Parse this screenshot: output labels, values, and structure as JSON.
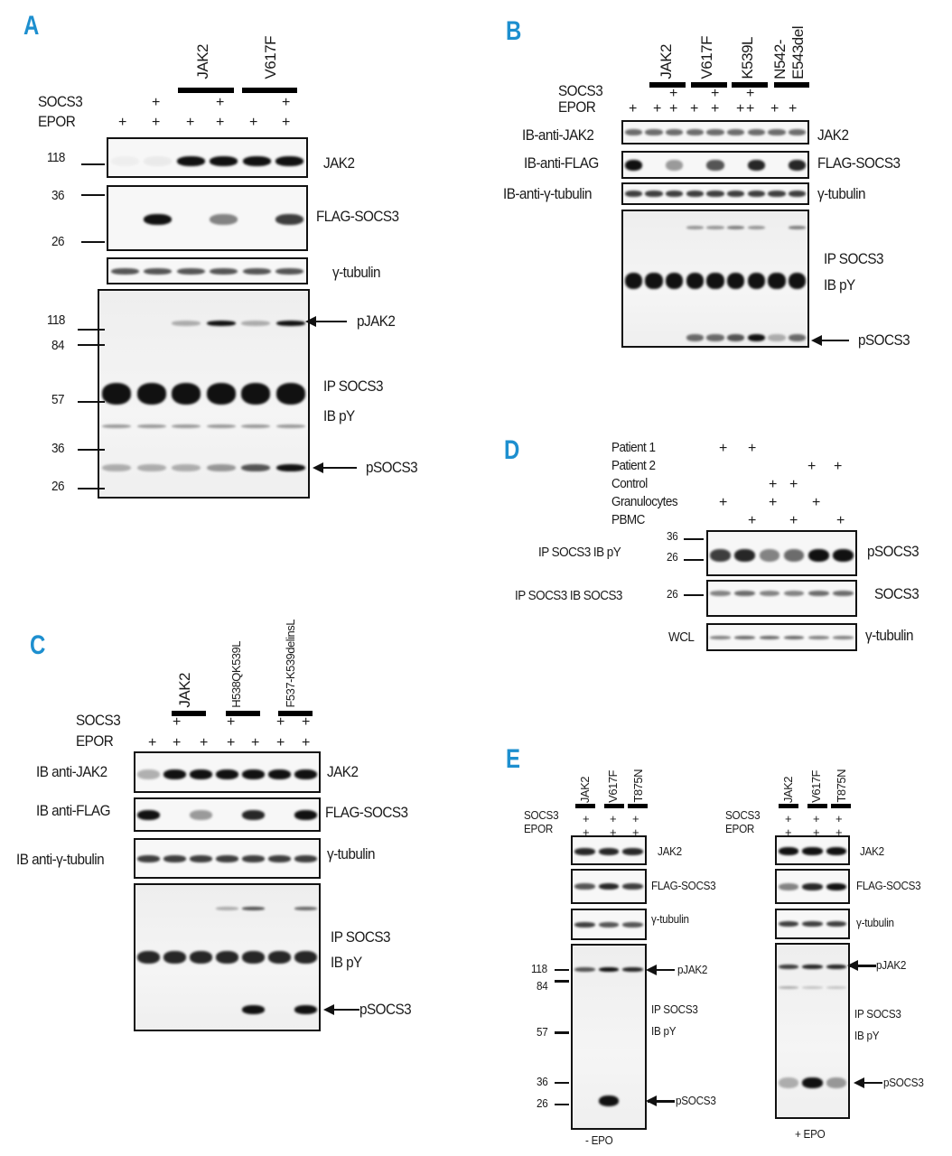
{
  "plus": "+",
  "panel_a": {
    "letter": "A",
    "groups": [
      "JAK2",
      "V617F"
    ],
    "row_labels": [
      "SOCS3",
      "EPOR"
    ],
    "markers": [
      "118",
      "36",
      "26",
      "118",
      "84",
      "57",
      "36",
      "26"
    ],
    "blot_labels": [
      "JAK2",
      "FLAG-SOCS3",
      "γ-tubulin",
      "pJAK2",
      "IP SOCS3",
      "IB pY",
      "pSOCS3"
    ]
  },
  "panel_b": {
    "letter": "B",
    "groups": [
      "JAK2",
      "V617F",
      "K539L",
      "N542-",
      "E543del"
    ],
    "row_labels": [
      "SOCS3",
      "EPOR"
    ],
    "left_labels": [
      "IB-anti-JAK2",
      "IB-anti-FLAG",
      "IB-anti-γ-tubulin"
    ],
    "blot_labels": [
      "JAK2",
      "FLAG-SOCS3",
      "γ-tubulin",
      "IP SOCS3",
      "IB pY",
      "pSOCS3"
    ]
  },
  "panel_c": {
    "letter": "C",
    "groups": [
      "JAK2",
      "H538QK539L",
      "F537-K539delinsL"
    ],
    "row_labels": [
      "SOCS3",
      "EPOR"
    ],
    "left_labels": [
      "IB anti-JAK2",
      "IB anti-FLAG",
      "IB anti-γ-tubulin"
    ],
    "blot_labels": [
      "JAK2",
      "FLAG-SOCS3",
      "γ-tubulin",
      "IP SOCS3",
      "IB pY",
      "pSOCS3"
    ]
  },
  "panel_d": {
    "letter": "D",
    "row_labels": [
      "Patient 1",
      "Patient 2",
      "Control",
      "Granulocytes",
      "PBMC"
    ],
    "left_labels": [
      "IP SOCS3 IB pY",
      "IP SOCS3 IB SOCS3",
      "WCL"
    ],
    "markers": [
      "36",
      "26",
      "26"
    ],
    "blot_labels": [
      "pSOCS3",
      "SOCS3",
      "γ-tubulin"
    ]
  },
  "panel_e": {
    "letter": "E",
    "groups": [
      "JAK2",
      "V617F",
      "T875N"
    ],
    "row_labels": [
      "SOCS3",
      "EPOR"
    ],
    "markers": [
      "118",
      "84",
      "57",
      "36",
      "26"
    ],
    "blot_labels": [
      "JAK2",
      "FLAG-SOCS3",
      "γ-tubulin",
      "pJAK2",
      "IP SOCS3",
      "IB pY",
      "pSOCS3"
    ],
    "conditions": [
      "- EPO",
      "+ EPO"
    ]
  }
}
